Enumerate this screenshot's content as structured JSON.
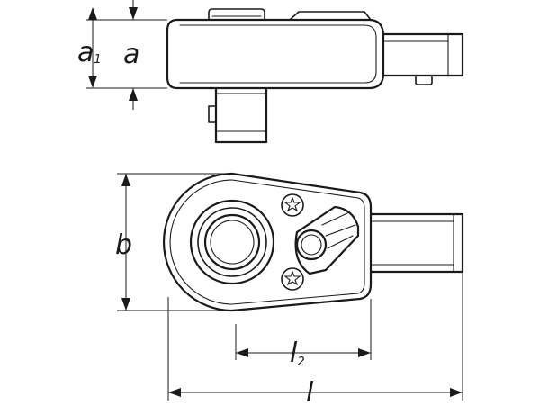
{
  "dimensions": {
    "a1": {
      "letter": "a",
      "subscript": "1"
    },
    "a": {
      "letter": "a"
    },
    "b": {
      "letter": "b"
    },
    "l2": {
      "letter": "l",
      "subscript": "2"
    },
    "l": {
      "letter": "l"
    }
  },
  "icons": [
    "torx-screw-icon",
    "reversing-lever-icon",
    "square-drive-icon"
  ]
}
